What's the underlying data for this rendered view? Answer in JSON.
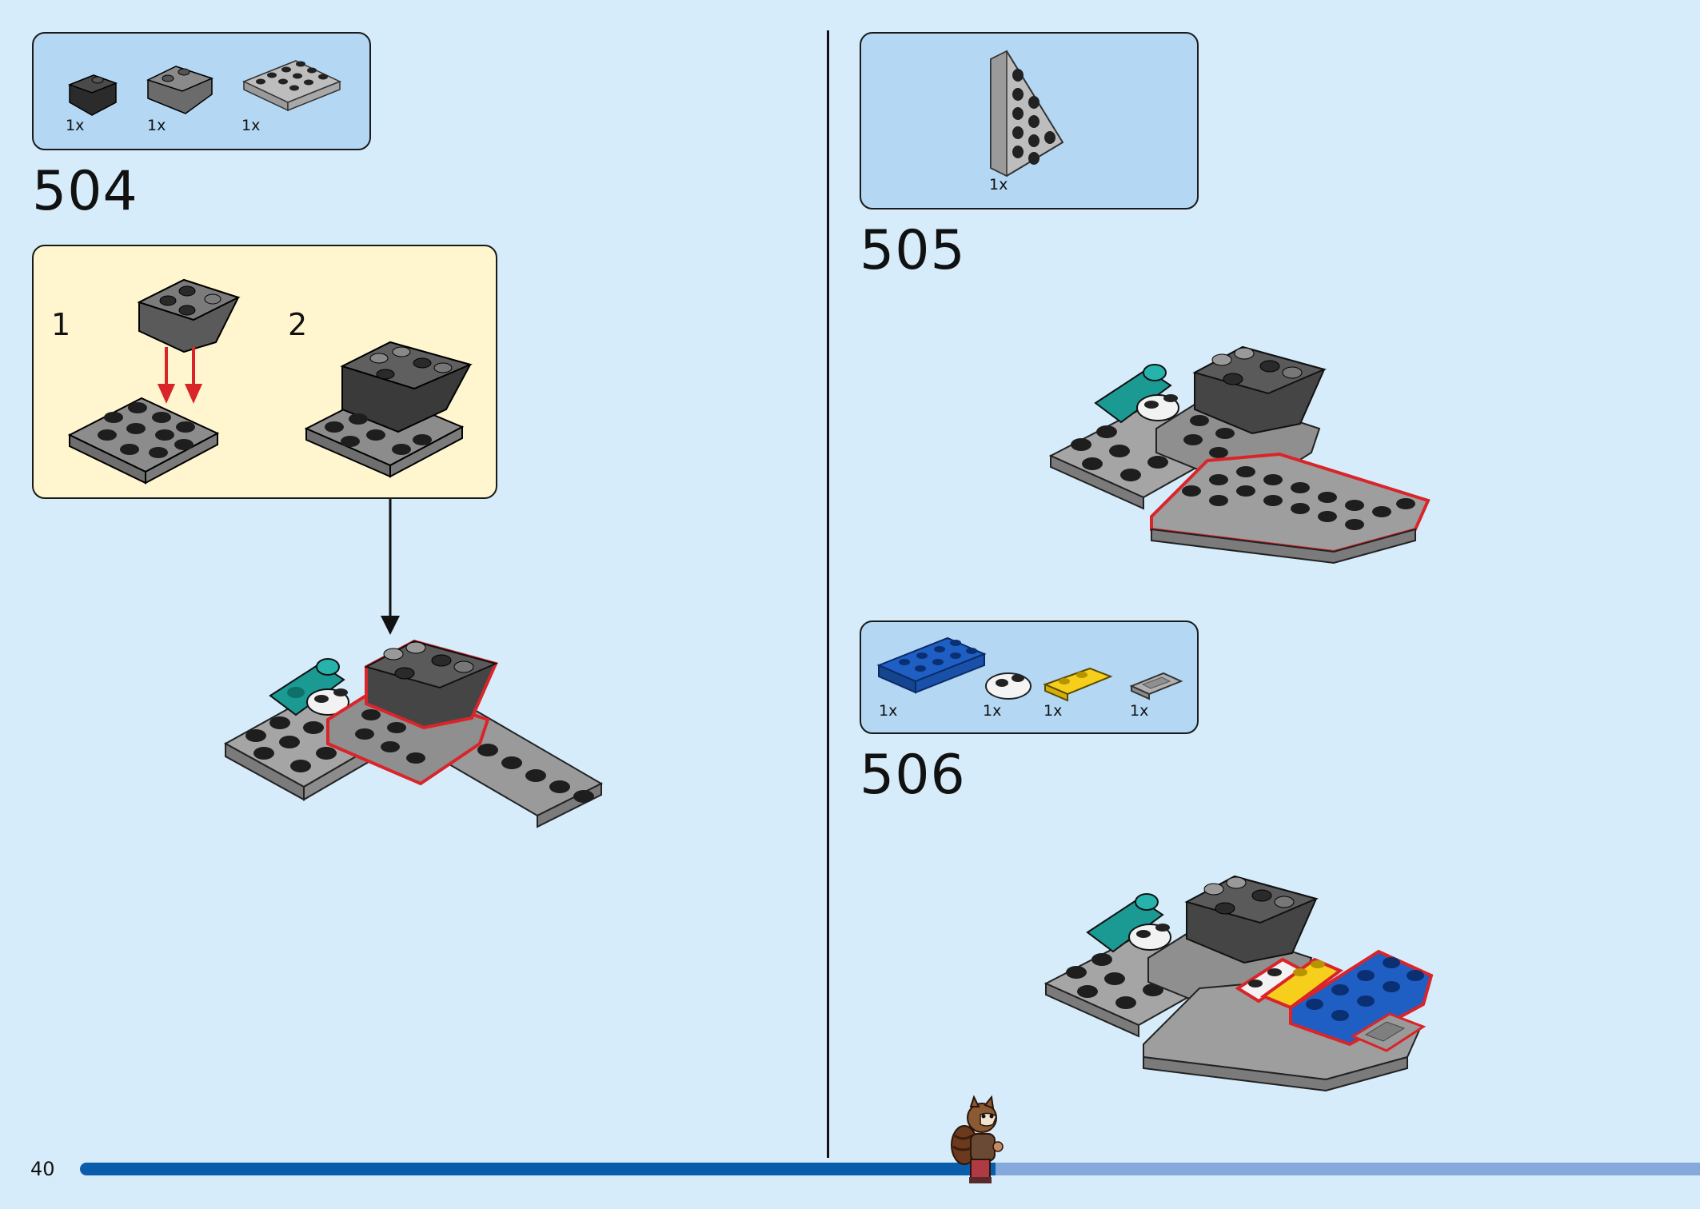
{
  "page": {
    "number": "40"
  },
  "steps": [
    {
      "number": "504",
      "parts": [
        {
          "icon": "black-slope-brick-icon",
          "qty": "1x"
        },
        {
          "icon": "dark-gray-inverted-slope-icon",
          "qty": "1x"
        },
        {
          "icon": "light-gray-plate-2x4-icon",
          "qty": "1x"
        }
      ],
      "substeps": [
        "1",
        "2"
      ]
    },
    {
      "number": "505",
      "parts": [
        {
          "icon": "light-gray-wedge-plate-icon",
          "qty": "1x"
        }
      ]
    },
    {
      "number": "506",
      "parts": [
        {
          "icon": "blue-plate-2x4-icon",
          "qty": "1x"
        },
        {
          "icon": "white-plate-1x2-round-icon",
          "qty": "1x"
        },
        {
          "icon": "yellow-plate-1x2-clip-icon",
          "qty": "1x"
        },
        {
          "icon": "gray-tile-icon",
          "qty": "1x"
        }
      ]
    }
  ],
  "colors": {
    "background": "#d6ecfb",
    "parts_box": "#b4d7f3",
    "substep_box": "#fff6cf",
    "progress_done": "#0a5dab",
    "progress_remaining": "#86a9dc",
    "highlight_outline": "#d9252a"
  },
  "progress": {
    "fraction": 0.57
  }
}
